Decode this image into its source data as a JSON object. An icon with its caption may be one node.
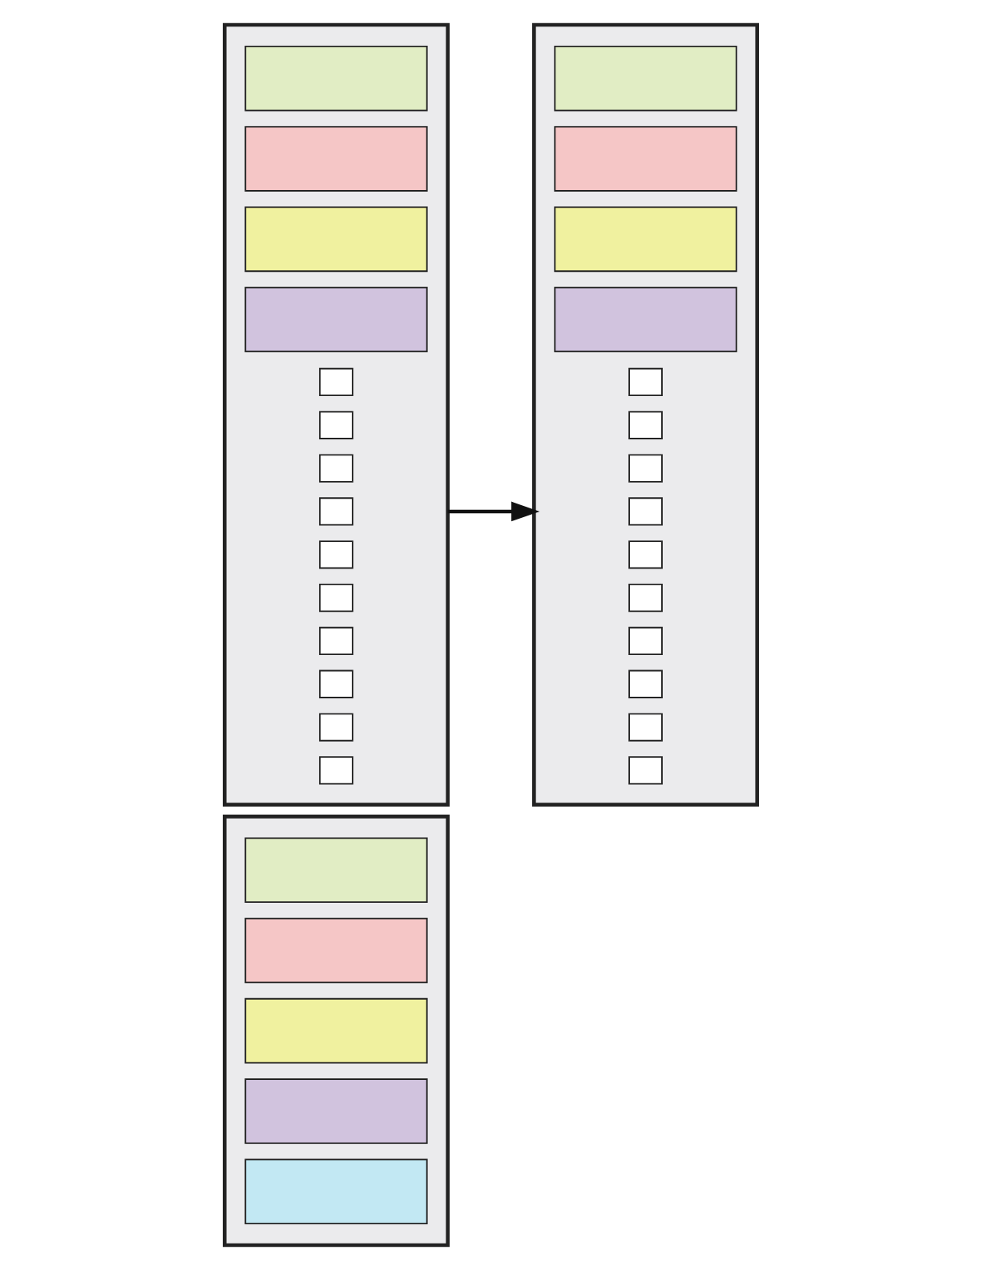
{
  "diagram": {
    "nodes": [
      {
        "text": [],
        "shape": "box"
      },
      {
        "text": [],
        "shape": "box",
        "in": 0
      },
      {
        "text": [],
        "shape": "box",
        "in": 0
      },
      {
        "text": [],
        "shape": "box",
        "in": 0
      },
      {
        "text": [],
        "shape": "box",
        "in": 0
      },
      {
        "text": [],
        "shape": "box",
        "in": 0
      },
      {
        "text": [],
        "shape": "box"
      },
      {
        "text": [],
        "shape": "box",
        "in": 6
      },
      {
        "text": [],
        "shape": "box",
        "in": 6
      },
      {
        "text": [],
        "shape": "box",
        "in": 6
      },
      {
        "text": [],
        "shape": "box",
        "in": 6
      },
      {
        "text": [],
        "shape": "box",
        "in": 6
      },
      {
        "text": [],
        "shape": "box",
        "in": 6
      },
      {
        "text": [],
        "shape": "box",
        "in": 6
      },
      {
        "text": [],
        "shape": "box",
        "in": 6
      },
      {
        "text": [],
        "shape": "box",
        "in": 6
      },
      {
        "text": [],
        "shape": "box",
        "in": 6
      },
      {
        "text": [],
        "shape": "box",
        "in": 6
      },
      {
        "text": [],
        "shape": "box",
        "in": 6
      },
      {
        "text": [],
        "shape": "box",
        "in": 6
      },
      {
        "text": [],
        "shape": "box",
        "in": 6
      },
      {
        "text": [],
        "shape": "box"
      },
      {
        "text": [],
        "shape": "box",
        "in": 21
      },
      {
        "text": [],
        "shape": "box",
        "in": 21
      },
      {
        "text": [],
        "shape": "box",
        "in": 21
      },
      {
        "text": [],
        "shape": "box",
        "in": 21
      },
      {
        "text": [],
        "shape": "box",
        "in": 21
      },
      {
        "text": [],
        "shape": "box",
        "in": 21
      },
      {
        "text": [],
        "shape": "box",
        "in": 21
      },
      {
        "text": [],
        "shape": "box",
        "in": 21
      },
      {
        "text": [],
        "shape": "box",
        "in": 21
      },
      {
        "text": [],
        "shape": "box",
        "in": 21
      },
      {
        "text": [],
        "shape": "box",
        "in": 21
      },
      {
        "text": [],
        "shape": "box",
        "in": 21
      },
      {
        "text": [],
        "shape": "box",
        "in": 21
      },
      {
        "text": [],
        "shape": "box",
        "in": 21
      }
    ],
    "edges": [
      {
        "from": 6,
        "to": 21,
        "arrow": "to"
      }
    ]
  }
}
